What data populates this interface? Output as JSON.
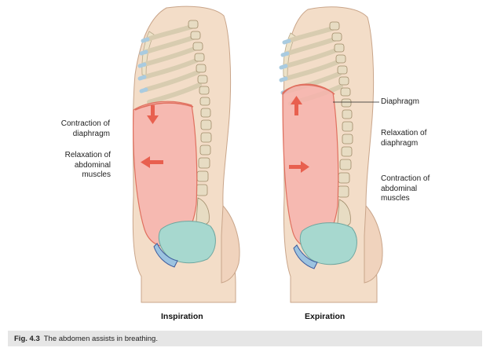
{
  "panels": {
    "left": {
      "title": "Inspiration",
      "labels": {
        "contraction_of_diaphragm": "Contraction of\ndiaphragm",
        "relaxation_of_abdominal_muscles": "Relaxation of\nabdominal\nmuscles"
      }
    },
    "right": {
      "title": "Expiration",
      "labels": {
        "diaphragm": "Diaphragm",
        "relaxation_of_diaphragm": "Relaxation of\ndiaphragm",
        "contraction_of_abdominal_muscles": "Contraction of\nabdominal\nmuscles"
      }
    }
  },
  "caption": {
    "number": "Fig. 4.3",
    "text": "The abdomen assists in breathing."
  },
  "colors": {
    "skin": "#f3ddc8",
    "skin_outline": "#c9a58a",
    "abdomen_fill": "#f6b3ad",
    "abdomen_outline": "#e0705f",
    "arrow": "#e8604f",
    "rib": "#e7dcc3",
    "cartilage": "#a9cbe0",
    "pelvis": "#a7d8cf",
    "caption_bg": "#e6e6e6"
  }
}
